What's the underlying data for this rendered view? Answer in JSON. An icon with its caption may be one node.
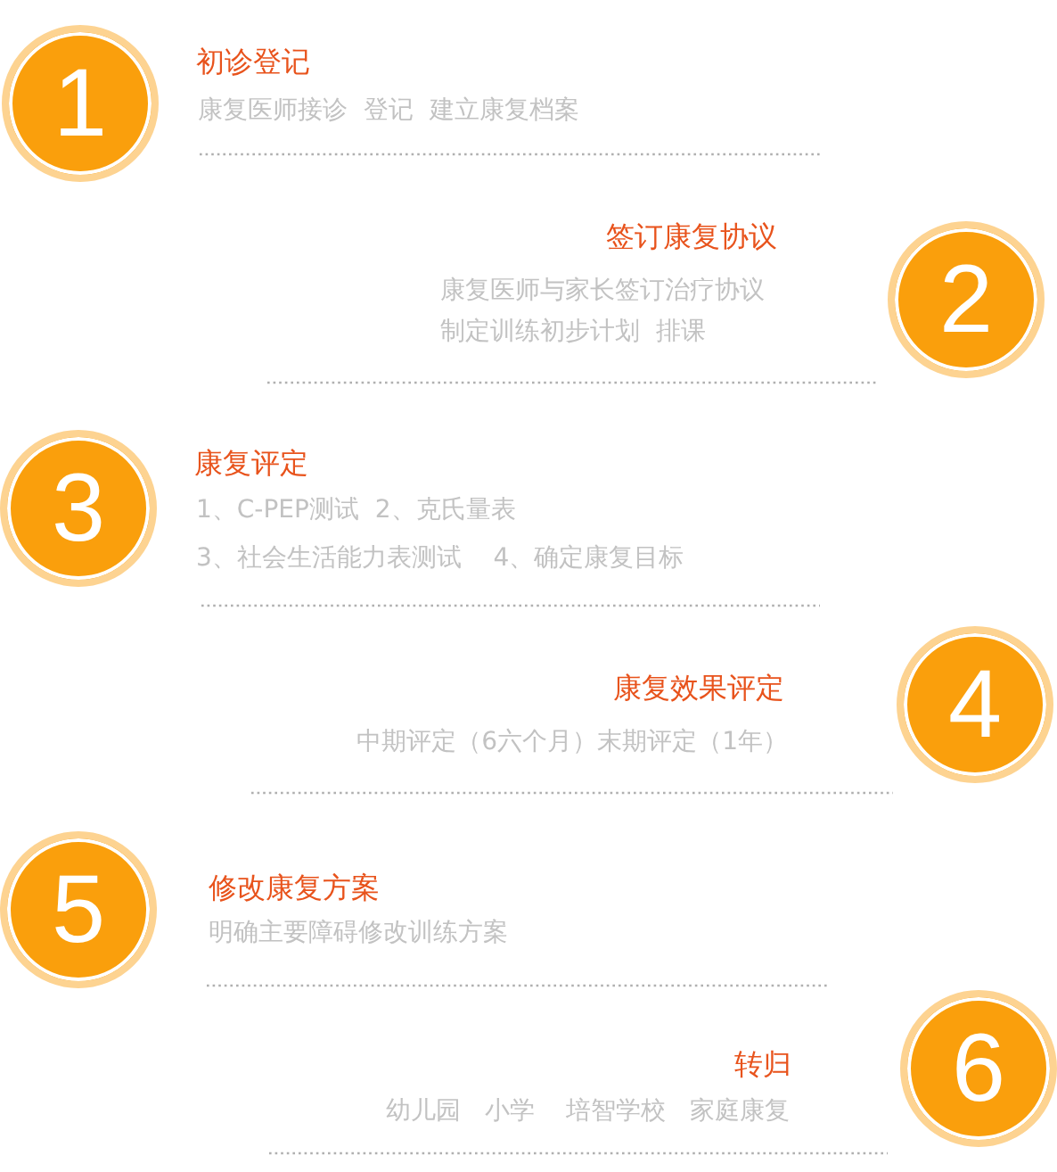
{
  "diagram": {
    "nodes": [
      {
        "text": [
          "1"
        ],
        "beside": [
          "初诊登记",
          "康复医师接诊  登记  建立康复档案"
        ]
      },
      {
        "text": [
          "2"
        ],
        "beside": [
          "签订康复协议",
          "康复医师与家长签订治疗协议",
          "制定训练初步计划  排课"
        ]
      },
      {
        "text": [
          "3"
        ],
        "beside": [
          "康复评定",
          "1、C-PEP测试  2、克氏量表",
          "3、社会生活能力表测试    4、确定康复目标"
        ]
      },
      {
        "text": [
          "4"
        ],
        "beside": [
          "康复效果评定",
          "中期评定（6六个月）末期评定（1年）"
        ]
      },
      {
        "text": [
          "5"
        ],
        "beside": [
          "修改康复方案",
          "明确主要障碍修改训练方案"
        ]
      },
      {
        "text": [
          "6"
        ],
        "beside": [
          "转归",
          "幼儿园   小学    培智学校   家庭康复"
        ]
      }
    ]
  }
}
